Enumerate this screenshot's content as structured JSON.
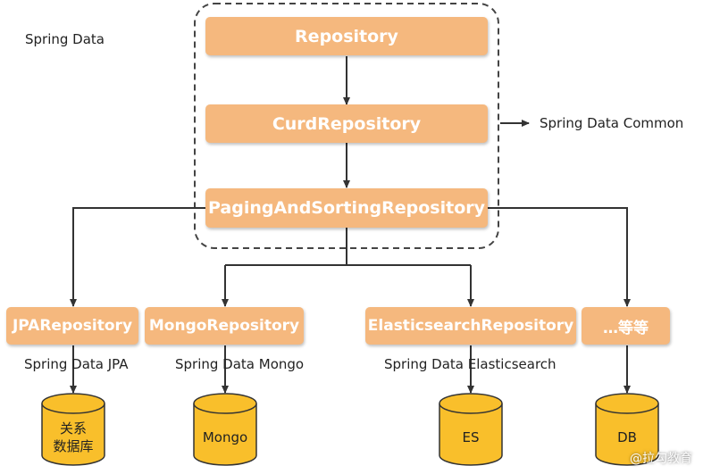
{
  "title": "Spring Data",
  "common_label": "Spring Data Common",
  "core": {
    "repository": "Repository",
    "curd": "CurdRepository",
    "paging": "PagingAndSortingRepository"
  },
  "modules": [
    {
      "name": "JPARepository",
      "label": "Spring Data JPA",
      "store": "关系\n数据库"
    },
    {
      "name": "MongoRepository",
      "label": "Spring Data Mongo",
      "store": "Mongo"
    },
    {
      "name": "ElasticsearchRepository",
      "label": "Spring Data Elasticsearch",
      "store": "ES"
    },
    {
      "name": "…等等",
      "label": "",
      "store": "DB"
    }
  ],
  "watermark": "@拉勾教育",
  "colors": {
    "box": "#f5b87e",
    "cylinder": "#f9bf2b",
    "line": "#333333"
  }
}
